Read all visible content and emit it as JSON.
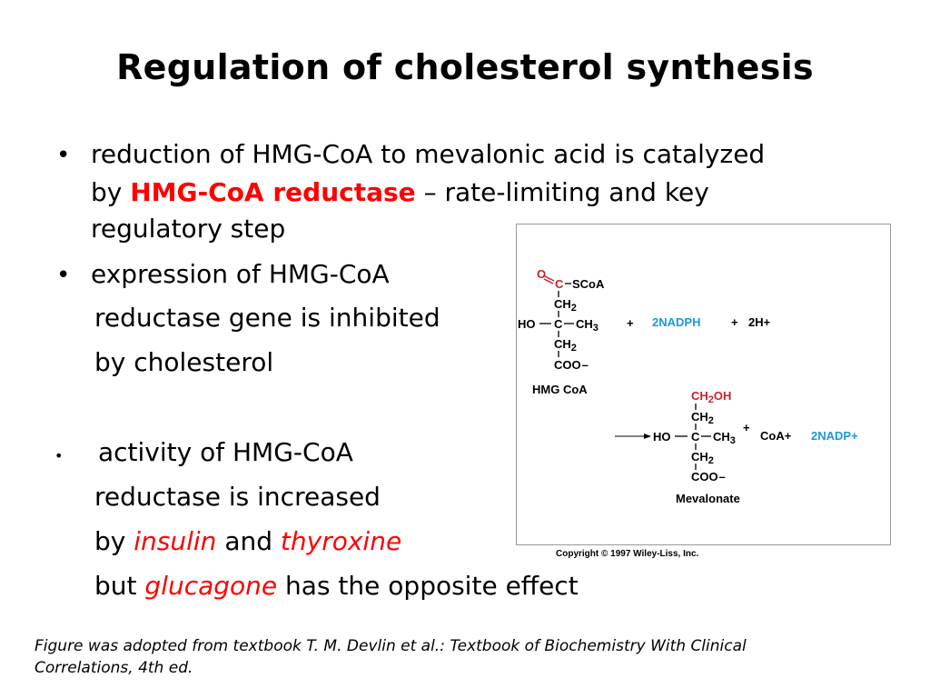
{
  "slide": {
    "title": "Regulation of cholesterol synthesis",
    "bullets": [
      {
        "line1": "reduction of HMG-CoA to mevalonic acid is catalyzed",
        "line2_prefix": "by ",
        "line2_highlight": "HMG-CoA reductase",
        "line2_suffix": " – rate-limiting and key",
        "line3": "regulatory step"
      },
      {
        "line1": "expression of HMG-CoA",
        "line2": "reductase gene is inhibited",
        "line3": "by cholesterol"
      },
      {
        "line1": "activity of HMG-CoA",
        "line2": "reductase is increased",
        "line3_prefix": "by ",
        "line3_insulin": "insulin",
        "line3_and": " and ",
        "line3_thyroxine": "thyroxine",
        "line4_prefix": "but ",
        "line4_glucagone": "glucagone",
        "line4_suffix": " has the opposite effect"
      }
    ],
    "bullet_symbol": "•",
    "footnote_line1": "Figure was adopted from textbook T. M. Devlin et al.: Textbook of Biochemistry With Clinical",
    "footnote_line2": "Correlations, 4th ed."
  },
  "figure": {
    "hmg": {
      "o": "O",
      "c": "C",
      "scoa": "SCoA",
      "ch2_a": "CH",
      "ch2_a_sub": "2",
      "ho": "HO",
      "c_mid": "C",
      "ch3": "CH",
      "ch3_sub": "3",
      "ch2_b": "CH",
      "ch2_b_sub": "2",
      "coo": "COO",
      "coo_minus": "–",
      "name": "HMG CoA"
    },
    "reagents": {
      "plus1": "+",
      "nadph": "2NADPH",
      "plus2": "+",
      "h": "2H+"
    },
    "mevalonate": {
      "ch2oh_ch": "CH",
      "ch2oh_sub": "2",
      "ch2oh_oh": "OH",
      "ch2_a": "CH",
      "ch2_a_sub": "2",
      "ho": "HO",
      "c_mid": "C",
      "ch3": "CH",
      "ch3_sub": "3",
      "plus": "+",
      "coa": "CoA+",
      "nadp": "2NADP+",
      "ch2_b": "CH",
      "ch2_b_sub": "2",
      "coo": "COO",
      "coo_minus": "–",
      "name": "Mevalonate"
    },
    "copyright": "Copyright © 1997 Wiley-Liss, Inc.",
    "colors": {
      "red": "#cc1f2a",
      "blue": "#1a9ad6",
      "black": "#000000"
    }
  }
}
